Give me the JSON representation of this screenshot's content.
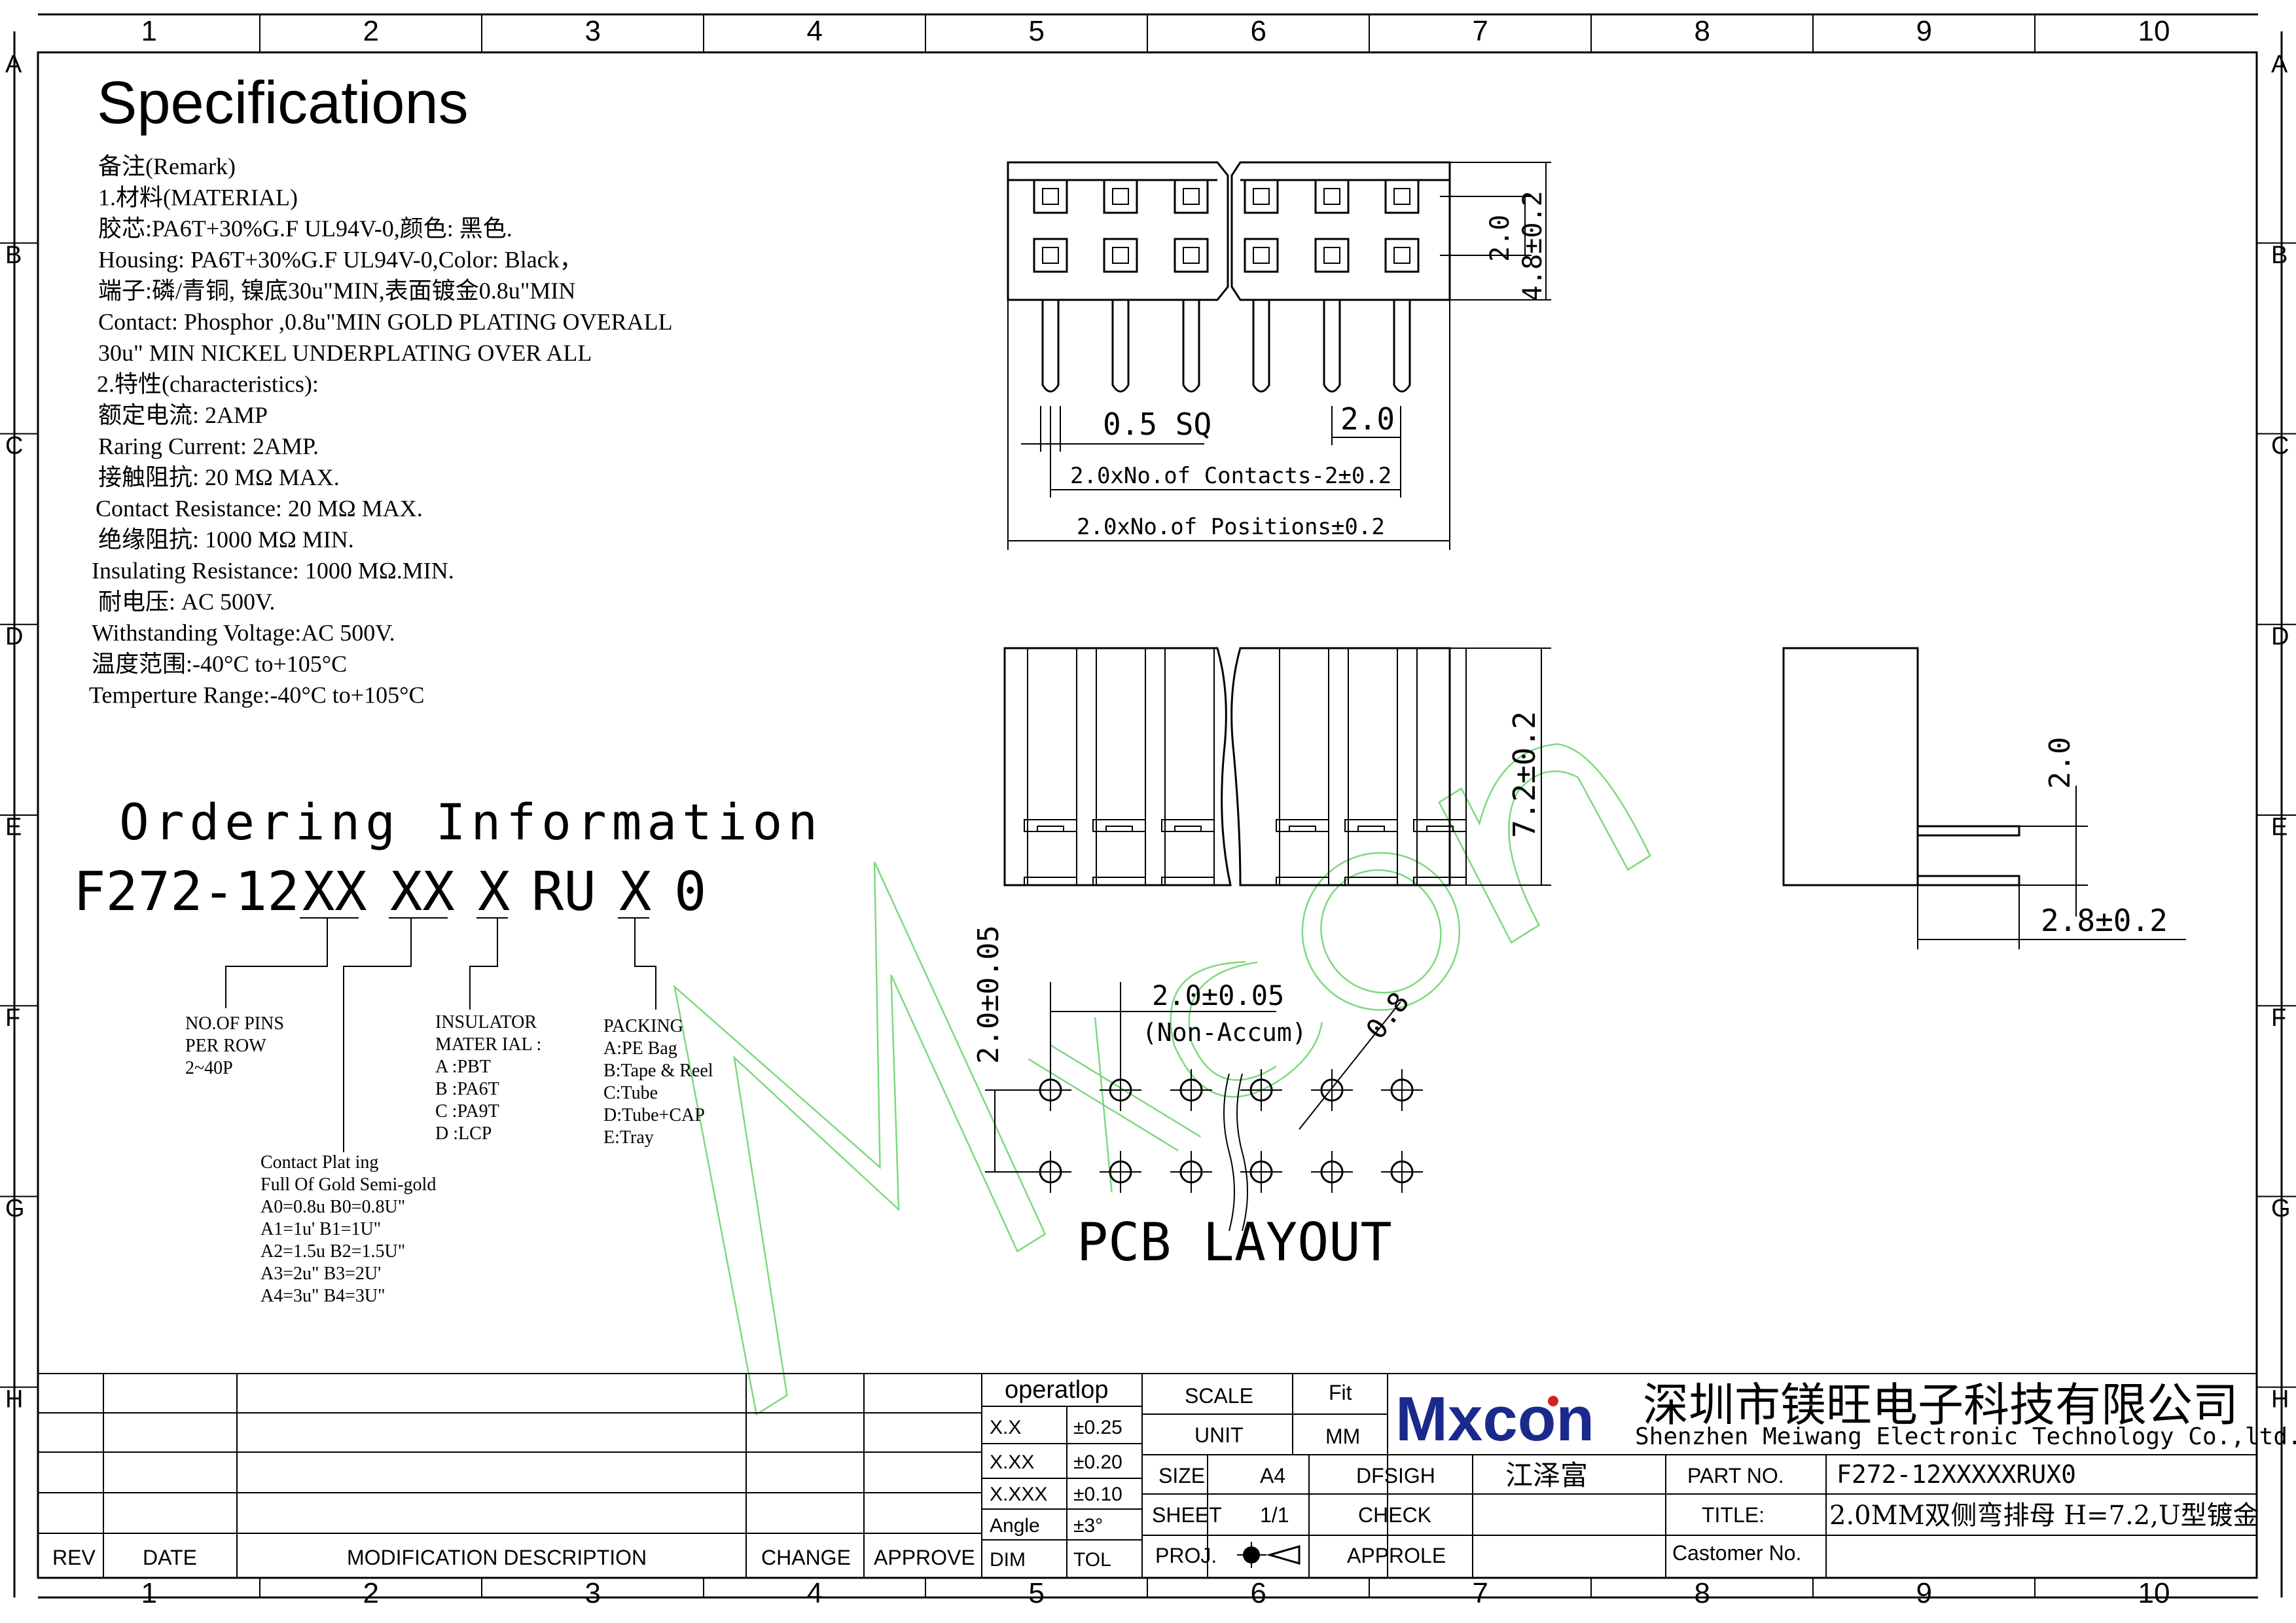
{
  "border": {
    "columns": [
      "1",
      "2",
      "3",
      "4",
      "5",
      "6",
      "7",
      "8",
      "9",
      "10"
    ],
    "rows": [
      "A",
      "B",
      "C",
      "D",
      "E",
      "F",
      "G",
      "H"
    ]
  },
  "specs": {
    "title": "Specifications",
    "lines": [
      "备注(Remark)",
      "1.材料(MATERIAL)",
      "胶芯:PA6T+30%G.F UL94V-0,颜色: 黑色.",
      " Housing: PA6T+30%G.F UL94V-0,Color: Black，",
      "端子:磷/青铜, 镍底30u\"MIN,表面镀金0.8u\"MIN",
      "Contact: Phosphor  ,0.8u\"MIN GOLD PLATING OVERALL",
      "          30u\" MIN NICKEL UNDERPLATING OVER ALL",
      "2.特性(characteristics):",
      "额定电流: 2AMP",
      " Raring Current: 2AMP.",
      "接触阻抗: 20 MΩ MAX.",
      " Contact Resistance: 20 MΩ MAX.",
      "绝缘阻抗: 1000 MΩ MIN.",
      "Insulating Resistance: 1000 MΩ.MIN.",
      "耐电压: AC 500V.",
      "Withstanding Voltage:AC 500V.",
      "温度范围:-40°C to+105°C",
      "Temperture Range:-40°C to+105°C"
    ]
  },
  "ordering": {
    "title": "Ordering Information",
    "code": {
      "p1": "F272-12",
      "p2": "XX",
      "p3": "XX",
      "p4": "X",
      "p5": "RU",
      "p6": "X",
      "p7": "0"
    },
    "pins": [
      "NO.OF PINS",
      "PER ROW",
      "2~40P"
    ],
    "plating": [
      "Contact Plat ing",
      "Full Of Gold Semi-gold",
      "A0=0.8u B0=0.8U\"",
      "A1=1u' B1=1U\"",
      "A2=1.5u B2=1.5U\"",
      "A3=2u\" B3=2U'",
      "A4=3u\" B4=3U\""
    ],
    "insulator": [
      "INSULATOR",
      "MATER IAL :",
      "A :PBT",
      "B :PA6T",
      "C :PA9T",
      "D :LCP"
    ],
    "packing": [
      "PACKING",
      "A:PE Bag",
      "B:Tape & Reel",
      "C:Tube",
      "D:Tube+CAP",
      " E:Tray"
    ]
  },
  "dims": {
    "d20_top": "2.0",
    "d48": "4.8±0.2",
    "sq": "0.5 SQ",
    "d20_pitch": "2.0",
    "contacts": "2.0xNo.of Contacts-2±0.2",
    "positions": "2.0xNo.of Positions±0.2",
    "d72": "7.2±0.2",
    "side20": "2.0",
    "side28": "2.8±0.2",
    "pcb_v": "2.0±0.05",
    "pcb_h": "2.0±0.05",
    "nonaccum": "(Non-Accum)",
    "hole": "0.8",
    "pcb_label": "PCB LAYOUT"
  },
  "titleblock": {
    "rev": "REV",
    "date": "DATE",
    "moddesc": "MODIFICATION DESCRIPTION",
    "change": "CHANGE",
    "approve": "APPROVE",
    "operatlop": "operatlop",
    "tol_rows": [
      [
        "X.X",
        "±0.25"
      ],
      [
        "X.XX",
        "±0.20"
      ],
      [
        "X.XXX",
        "±0.10"
      ],
      [
        "Angle",
        "±3°"
      ],
      [
        "DIM",
        "TOL"
      ]
    ],
    "scale": "SCALE",
    "scale_val": "Fit",
    "unit": "UNIT",
    "unit_val": "MM",
    "size": "SIZE",
    "size_val": "A4",
    "sheet": "SHEET",
    "sheet_val": "1/1",
    "proj": "PROJ.",
    "dfsigh": "DFSIGH",
    "check": "CHECK",
    "approle": "APPROLE",
    "designer": "江泽富",
    "logo": "Mxcon",
    "company_cn": "深圳市镁旺电子科技有限公司",
    "company_en": "Shenzhen Meiwang Electronic Technology Co.,ltd.",
    "partno_label": "PART NO.",
    "partno": "F272-12XXXXXRUX0",
    "title_label": "TITLE:",
    "title": "2.0MM双侧弯排母   H=7.2,U型镀金",
    "customer_label": "Castomer No."
  },
  "colors": {
    "logo": "#1a2a8c",
    "logo_accent": "#d42020",
    "watermark": "#7ed87e"
  }
}
